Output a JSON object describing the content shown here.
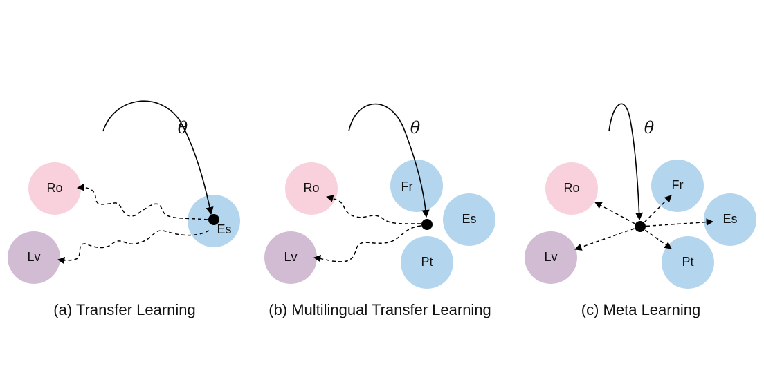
{
  "colors": {
    "ro": "#f8d1dc",
    "lv": "#d2bcd3",
    "blue": "#b3d5ee"
  },
  "theta": "θ",
  "panels": [
    {
      "caption": "(a) Transfer Learning",
      "nodes": {
        "ro": "Ro",
        "lv": "Lv",
        "es": "Es"
      }
    },
    {
      "caption": "(b) Multilingual Transfer Learning",
      "nodes": {
        "ro": "Ro",
        "lv": "Lv",
        "fr": "Fr",
        "es": "Es",
        "pt": "Pt"
      }
    },
    {
      "caption": "(c) Meta Learning",
      "nodes": {
        "ro": "Ro",
        "lv": "Lv",
        "fr": "Fr",
        "es": "Es",
        "pt": "Pt"
      }
    }
  ]
}
